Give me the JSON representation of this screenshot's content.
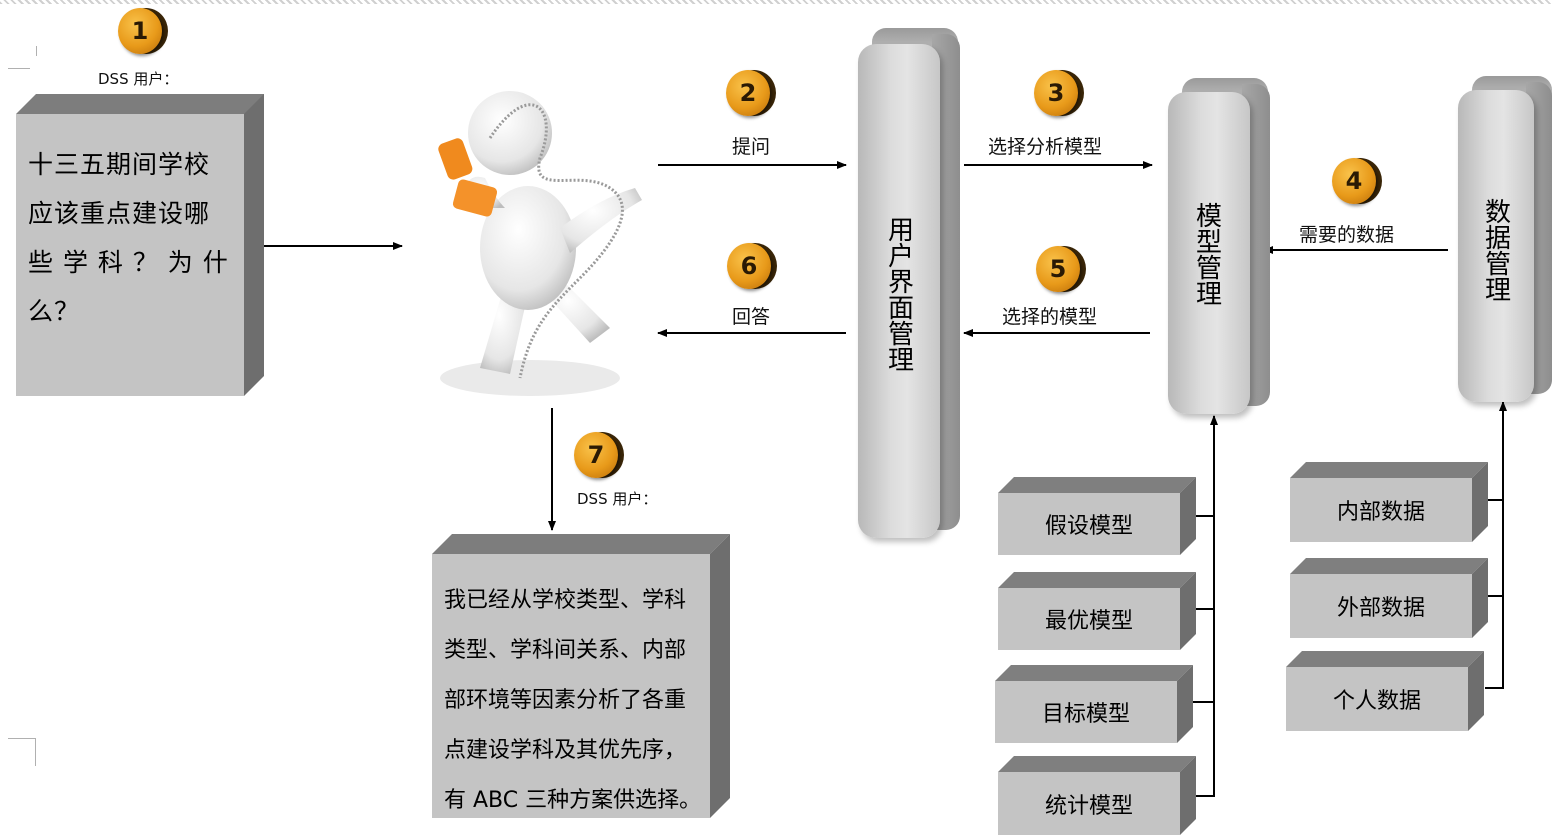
{
  "badges": [
    "1",
    "2",
    "3",
    "4",
    "5",
    "6",
    "7"
  ],
  "dss_user_label_top": "DSS 用户：",
  "dss_user_label_bottom": "DSS 用户：",
  "question_lines": [
    "十三五期间学校",
    "应该重点建设哪",
    "些 学 科 ？ 为 什",
    "么？"
  ],
  "answer_lines": [
    "我已经从学校类型、学科",
    "类型、学科间关系、内部",
    "部环境等因素分析了各重",
    "点建设学科及其优先序，",
    "有 ABC 三种方案供选择。"
  ],
  "arrows": {
    "ask": "提问",
    "choose_model": "选择分析模型",
    "needed_data": "需要的数据",
    "chosen_model": "选择的模型",
    "answer": "回答"
  },
  "pillars": {
    "ui_management": "用户界面管理",
    "model_management": "模型管理",
    "data_management": "数据管理"
  },
  "models": [
    "假设模型",
    "最优模型",
    "目标模型",
    "统计模型"
  ],
  "data_sources": [
    "内部数据",
    "外部数据",
    "个人数据"
  ],
  "colors": {
    "badge": "#e89a1a",
    "box_face": "#c4c4c4",
    "box_top": "#7d7d7d"
  }
}
